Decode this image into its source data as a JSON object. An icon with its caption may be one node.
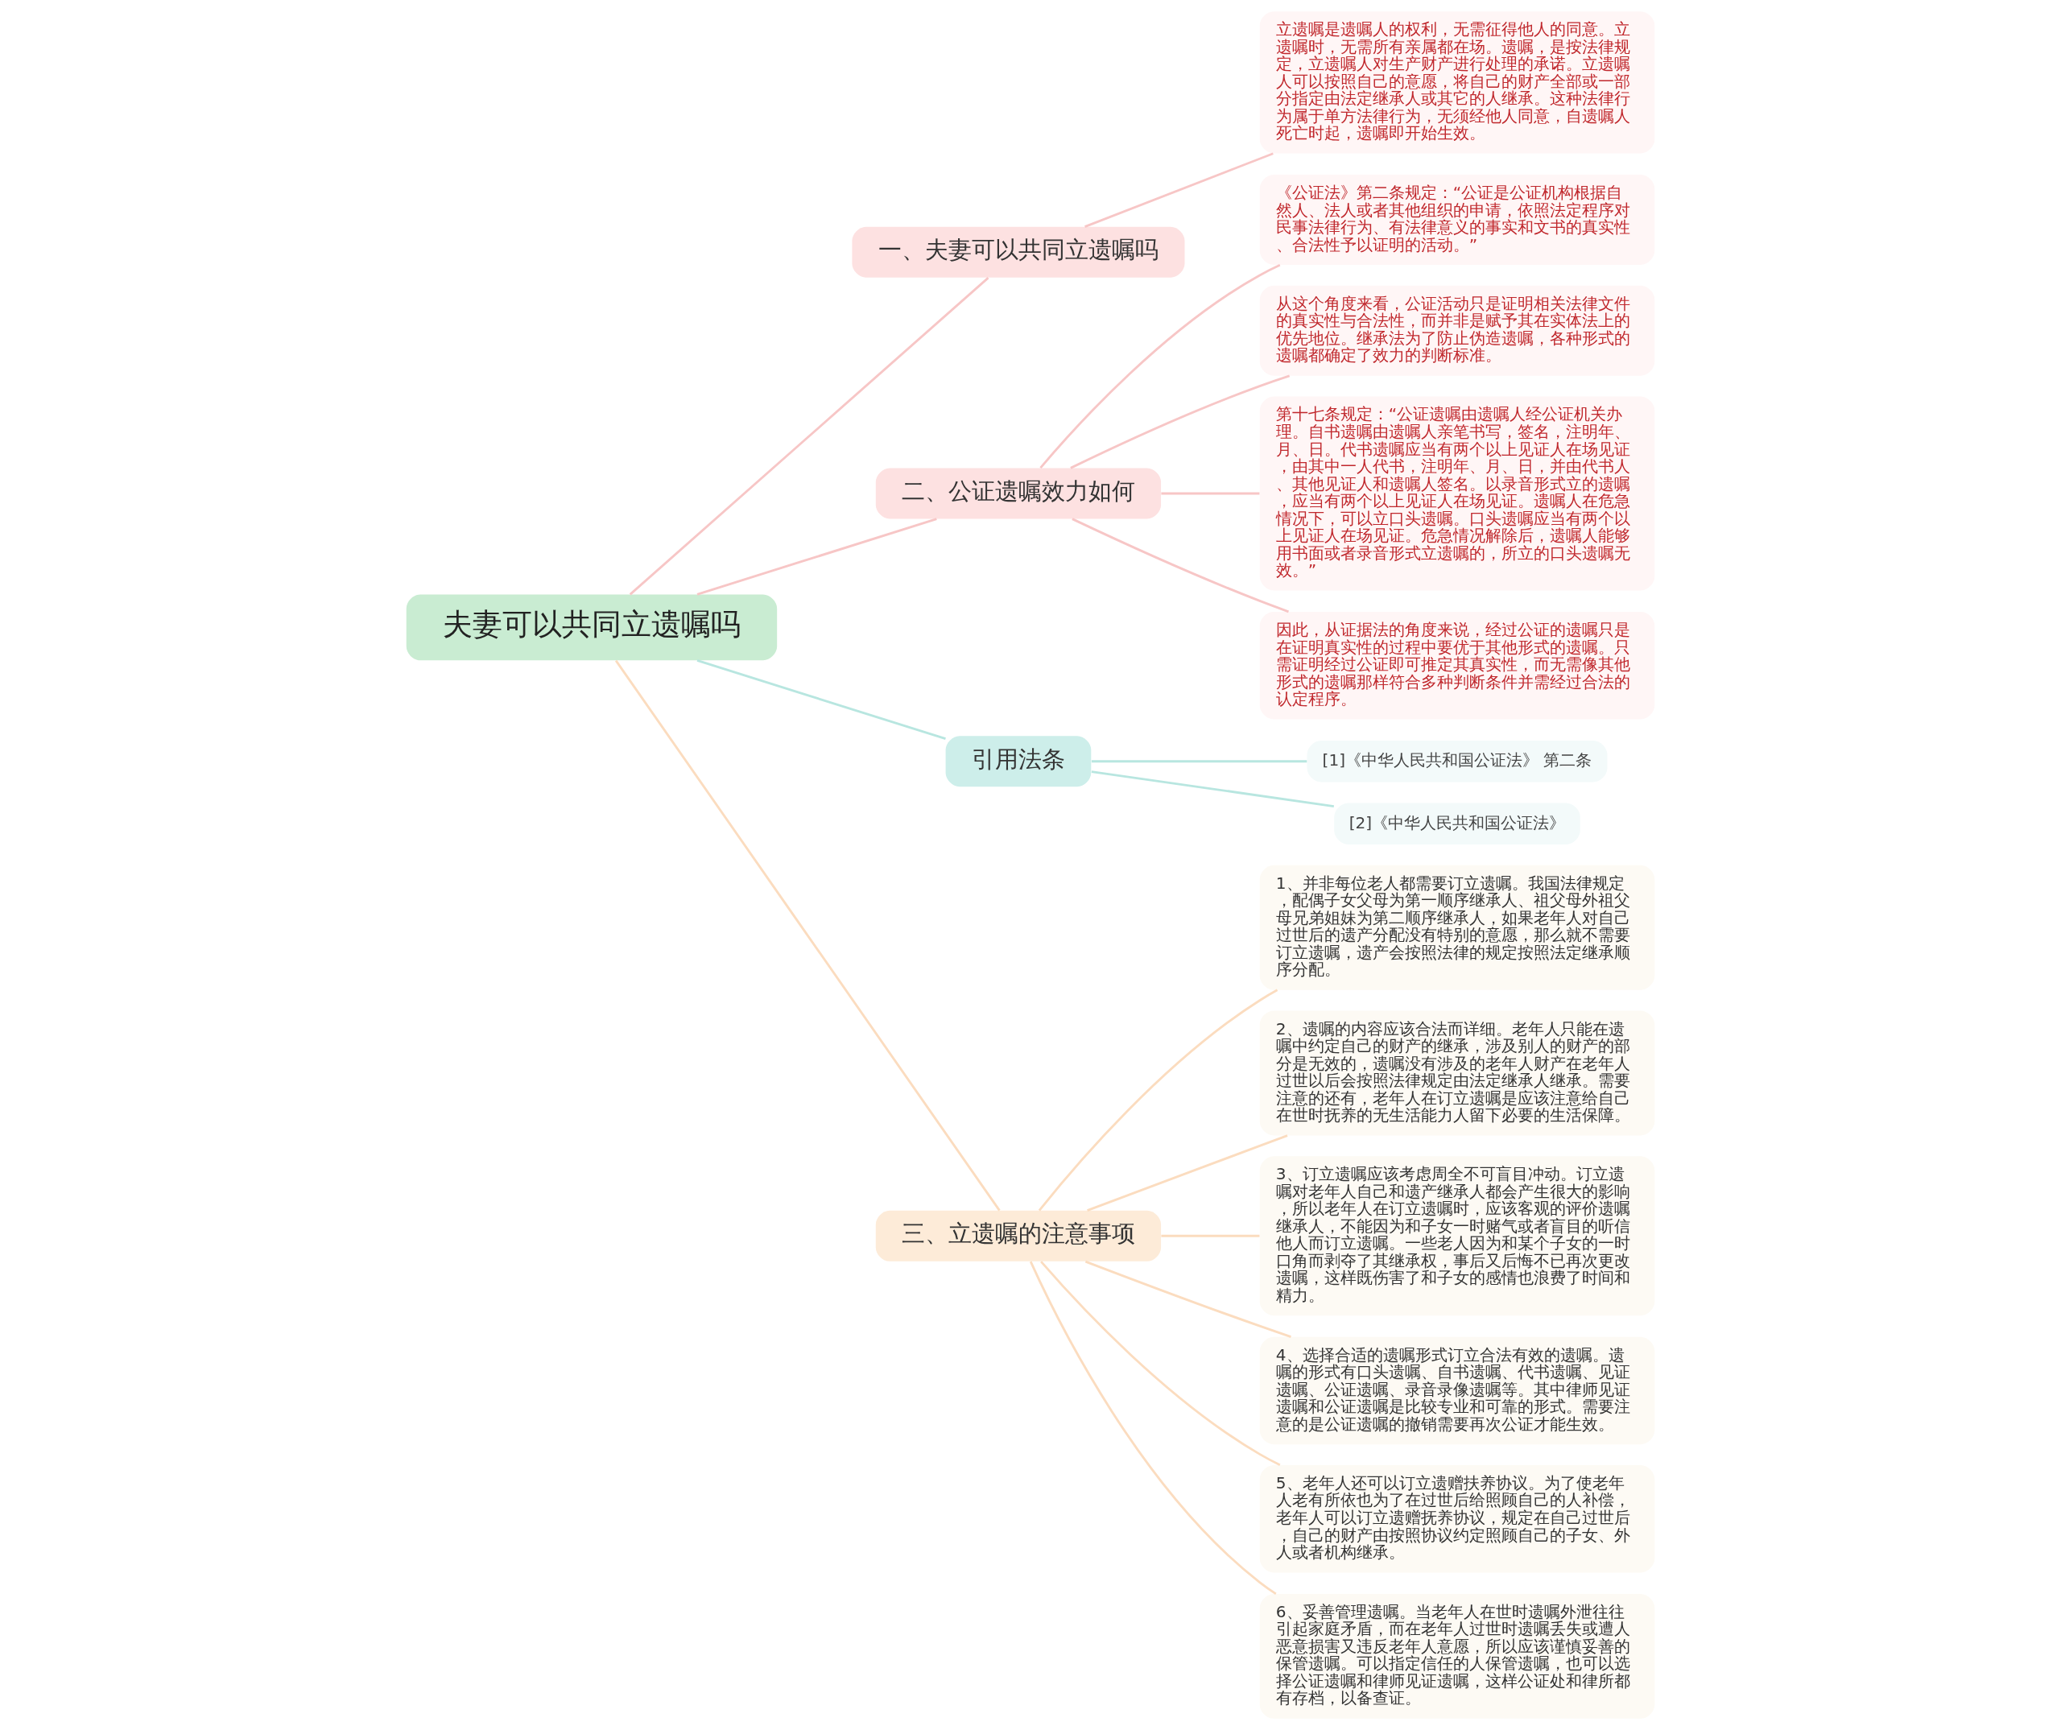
{
  "diagram": {
    "nodes": [
      {
        "text": [
          "夫妻可以共同立遗嘱吗"
        ]
      },
      {
        "text": [
          "一、夫妻可以共同立遗嘱吗"
        ]
      },
      {
        "text": [
          "立遗嘱是遗嘱人的权利，无需征得他人的同意。立遗嘱时，无需所有亲属都在场。遗嘱，是按法律规定，立遗嘱人对生产财产进行处理的承诺。立遗嘱人可以按照自己的意愿，将自己的财产全部或一部分指定由法定继承人或其它的人继承。这种法律行为属于单方法律行为，无须经他人同意，自遗嘱人死亡时起，遗嘱即开始生效。"
        ]
      },
      {
        "text": [
          "二、公证遗嘱效力如何"
        ]
      },
      {
        "text": [
          "《公证法》第二条规定：“公证是公证机构根据自然人、法人或者其他组织的申请，依照法定程序对民事法律行为、有法律意义的事实和文书的真实性、合法性予以证明的活动。”"
        ]
      },
      {
        "text": [
          "从这个角度来看，公证活动只是证明相关法律文件的真实性与合法性，而并非是赋予其在实体法上的优先地位。继承法为了防止伪造遗嘱，各种形式的遗嘱都确定了效力的判断标准。"
        ]
      },
      {
        "text": [
          "第十七条规定：“公证遗嘱由遗嘱人经公证机关办理。自书遗嘱由遗嘱人亲笔书写，签名，注明年、月、日。代书遗嘱应当有两个以上见证人在场见证，由其中一人代书，注明年、月、日，并由代书人、其他见证人和遗嘱人签名。以录音形式立的遗嘱，应当有两个以上见证人在场见证。遗嘱人在危急情况下，可以立口头遗嘱。口头遗嘱应当有两个以上见证人在场见证。危急情况解除后，遗嘱人能够用书面或者录音形式立遗嘱的，所立的口头遗嘱无效。”"
        ]
      },
      {
        "text": [
          "因此，从证据法的角度来说，经过公证的遗嘱只是在证明真实性的过程中要优于其他形式的遗嘱。只需证明经过公证即可推定其真实性，而无需像其他形式的遗嘱那样符合多种判断条件并需经过合法的认定程序。"
        ]
      },
      {
        "text": [
          "引用法条"
        ]
      },
      {
        "text": [
          "[1]《中华人民共和国公证法》 第二条"
        ]
      },
      {
        "text": [
          "[2]《中华人民共和国公证法》"
        ]
      },
      {
        "text": [
          "三、立遗嘱的注意事项"
        ]
      },
      {
        "text": [
          "1、并非每位老人都需要订立遗嘱。我国法律规定，配偶子女父母为第一顺序继承人、祖父母外祖父母兄弟姐妹为第二顺序继承人，如果老年人对自己过世后的遗产分配没有特别的意愿，那么就不需要订立遗嘱，遗产会按照法律的规定按照法定继承顺序分配。"
        ]
      },
      {
        "text": [
          "2、遗嘱的内容应该合法而详细。老年人只能在遗嘱中约定自己的财产的继承，涉及别人的财产的部分是无效的，遗嘱没有涉及的老年人财产在老年人过世以后会按照法律规定由法定继承人继承。需要注意的还有，老年人在订立遗嘱是应该注意给自己在世时抚养的无生活能力人留下必要的生活保障。"
        ]
      },
      {
        "text": [
          "3、订立遗嘱应该考虑周全不可盲目冲动。订立遗嘱对老年人自己和遗产继承人都会产生很大的影响，所以老年人在订立遗嘱时，应该客观的评价遗嘱继承人，不能因为和子女一时赌气或者盲目的听信他人而订立遗嘱。一些老人因为和某个子女的一时口角而剥夺了其继承权，事后又后悔不已再次更改遗嘱，这样既伤害了和子女的感情也浪费了时间和精力。"
        ]
      },
      {
        "text": [
          "4、选择合适的遗嘱形式订立合法有效的遗嘱。遗嘱的形式有口头遗嘱、自书遗嘱、代书遗嘱、见证遗嘱、公证遗嘱、录音录像遗嘱等。其中律师见证遗嘱和公证遗嘱是比较专业和可靠的形式。需要注意的是公证遗嘱的撤销需要再次公证才能生效。"
        ]
      },
      {
        "text": [
          "5、老年人还可以订立遗赠扶养协议。为了使老年人老有所依也为了在过世后给照顾自己的人补偿，老年人可以订立遗赠抚养协议，规定在自己过世后，自己的财产由按照协议约定照顾自己的子女、外人或者机构继承。"
        ]
      },
      {
        "text": [
          "6、妥善管理遗嘱。当老年人在世时遗嘱外泄往往引起家庭矛盾，而在老年人过世时遗嘱丢失或遭人恶意损害又违反老年人意愿，所以应该谨慎妥善的保管遗嘱。可以指定信任的人保管遗嘱，也可以选择公证遗嘱和律师见证遗嘱，这样公证处和律所都有存档，以备查证。"
        ]
      }
    ],
    "edges": [
      {
        "from": 0,
        "to": 1,
        "arrow": "none",
        "color": "#f7c6c6"
      },
      {
        "from": 1,
        "to": 2,
        "arrow": "none",
        "color": "#f7c6c6"
      },
      {
        "from": 0,
        "to": 3,
        "arrow": "none",
        "color": "#f7c6c6"
      },
      {
        "from": 3,
        "to": 4,
        "arrow": "none",
        "color": "#f7c6c6"
      },
      {
        "from": 3,
        "to": 5,
        "arrow": "none",
        "color": "#f7c6c6"
      },
      {
        "from": 3,
        "to": 6,
        "arrow": "none",
        "color": "#f7c6c6"
      },
      {
        "from": 3,
        "to": 7,
        "arrow": "none",
        "color": "#f7c6c6"
      },
      {
        "from": 0,
        "to": 8,
        "arrow": "none",
        "color": "#b8e6e0"
      },
      {
        "from": 8,
        "to": 9,
        "arrow": "none",
        "color": "#b8e6e0"
      },
      {
        "from": 8,
        "to": 10,
        "arrow": "none",
        "color": "#b8e6e0"
      },
      {
        "from": 0,
        "to": 11,
        "arrow": "none",
        "color": "#fbdcbf"
      },
      {
        "from": 11,
        "to": 12,
        "arrow": "none",
        "color": "#fbdcbf"
      },
      {
        "from": 11,
        "to": 13,
        "arrow": "none",
        "color": "#fbdcbf"
      },
      {
        "from": 11,
        "to": 14,
        "arrow": "none",
        "color": "#fbdcbf"
      },
      {
        "from": 11,
        "to": 15,
        "arrow": "none",
        "color": "#fbdcbf"
      },
      {
        "from": 11,
        "to": 16,
        "arrow": "none",
        "color": "#fbdcbf"
      },
      {
        "from": 11,
        "to": 17,
        "arrow": "none",
        "color": "#fbdcbf"
      }
    ]
  }
}
